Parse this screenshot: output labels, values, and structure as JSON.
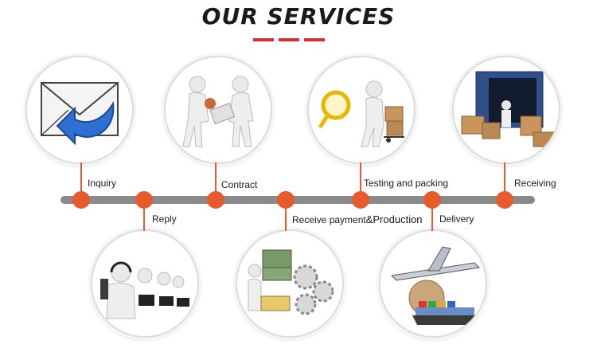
{
  "title": "OUR SERVICES",
  "accent_color": "#d32f2f",
  "node_color": "#e85a2a",
  "timeline_color": "#8a8a8a",
  "steps": [
    {
      "label": "Inquiry",
      "position": "top",
      "illustration": "envelope-reply-icon"
    },
    {
      "label": "Reply",
      "position": "bottom",
      "illustration": "call-center-icon"
    },
    {
      "label": "Contract",
      "position": "top",
      "illustration": "handshake-contract-icon"
    },
    {
      "label": "Receive payment",
      "label_extra": "&Production",
      "position": "bottom",
      "illustration": "money-gears-icon"
    },
    {
      "label": "Testing and packing",
      "position": "top",
      "illustration": "magnifier-boxes-icon"
    },
    {
      "label": "Delivery",
      "position": "bottom",
      "illustration": "plane-ship-globe-icon"
    },
    {
      "label": "Receiving",
      "position": "top",
      "illustration": "container-boxes-icon"
    }
  ]
}
